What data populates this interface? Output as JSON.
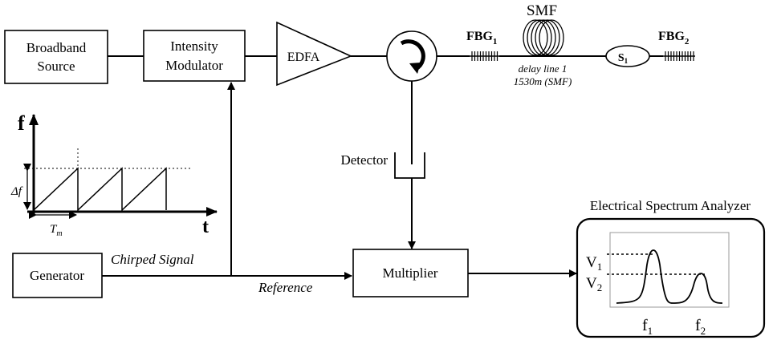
{
  "blocks": {
    "broadband_source": [
      "Broadband",
      "Source"
    ],
    "intensity_modulator": [
      "Intensity",
      "Modulator"
    ],
    "edfa": "EDFA",
    "detector": "Detector",
    "generator": "Generator",
    "multiplier": "Multiplier"
  },
  "fiber": {
    "smf": "SMF",
    "fbg1": {
      "base": "FBG",
      "sub": "1"
    },
    "fbg2": {
      "base": "FBG",
      "sub": "2"
    },
    "switch": {
      "base": "S",
      "sub": "1"
    },
    "delay_line": [
      "delay line 1",
      "1530m (SMF)"
    ]
  },
  "signals": {
    "chirped": "Chirped Signal",
    "reference": "Reference"
  },
  "chirp_plot": {
    "y_axis": "f",
    "x_axis": "t",
    "delta_f": "Δf",
    "period": {
      "base": "T",
      "sub": "m"
    }
  },
  "analyzer": {
    "title": "Electrical Spectrum Analyzer",
    "v1": {
      "base": "V",
      "sub": "1"
    },
    "v2": {
      "base": "V",
      "sub": "2"
    },
    "f1": {
      "base": "f",
      "sub": "1"
    },
    "f2": {
      "base": "f",
      "sub": "2"
    }
  }
}
